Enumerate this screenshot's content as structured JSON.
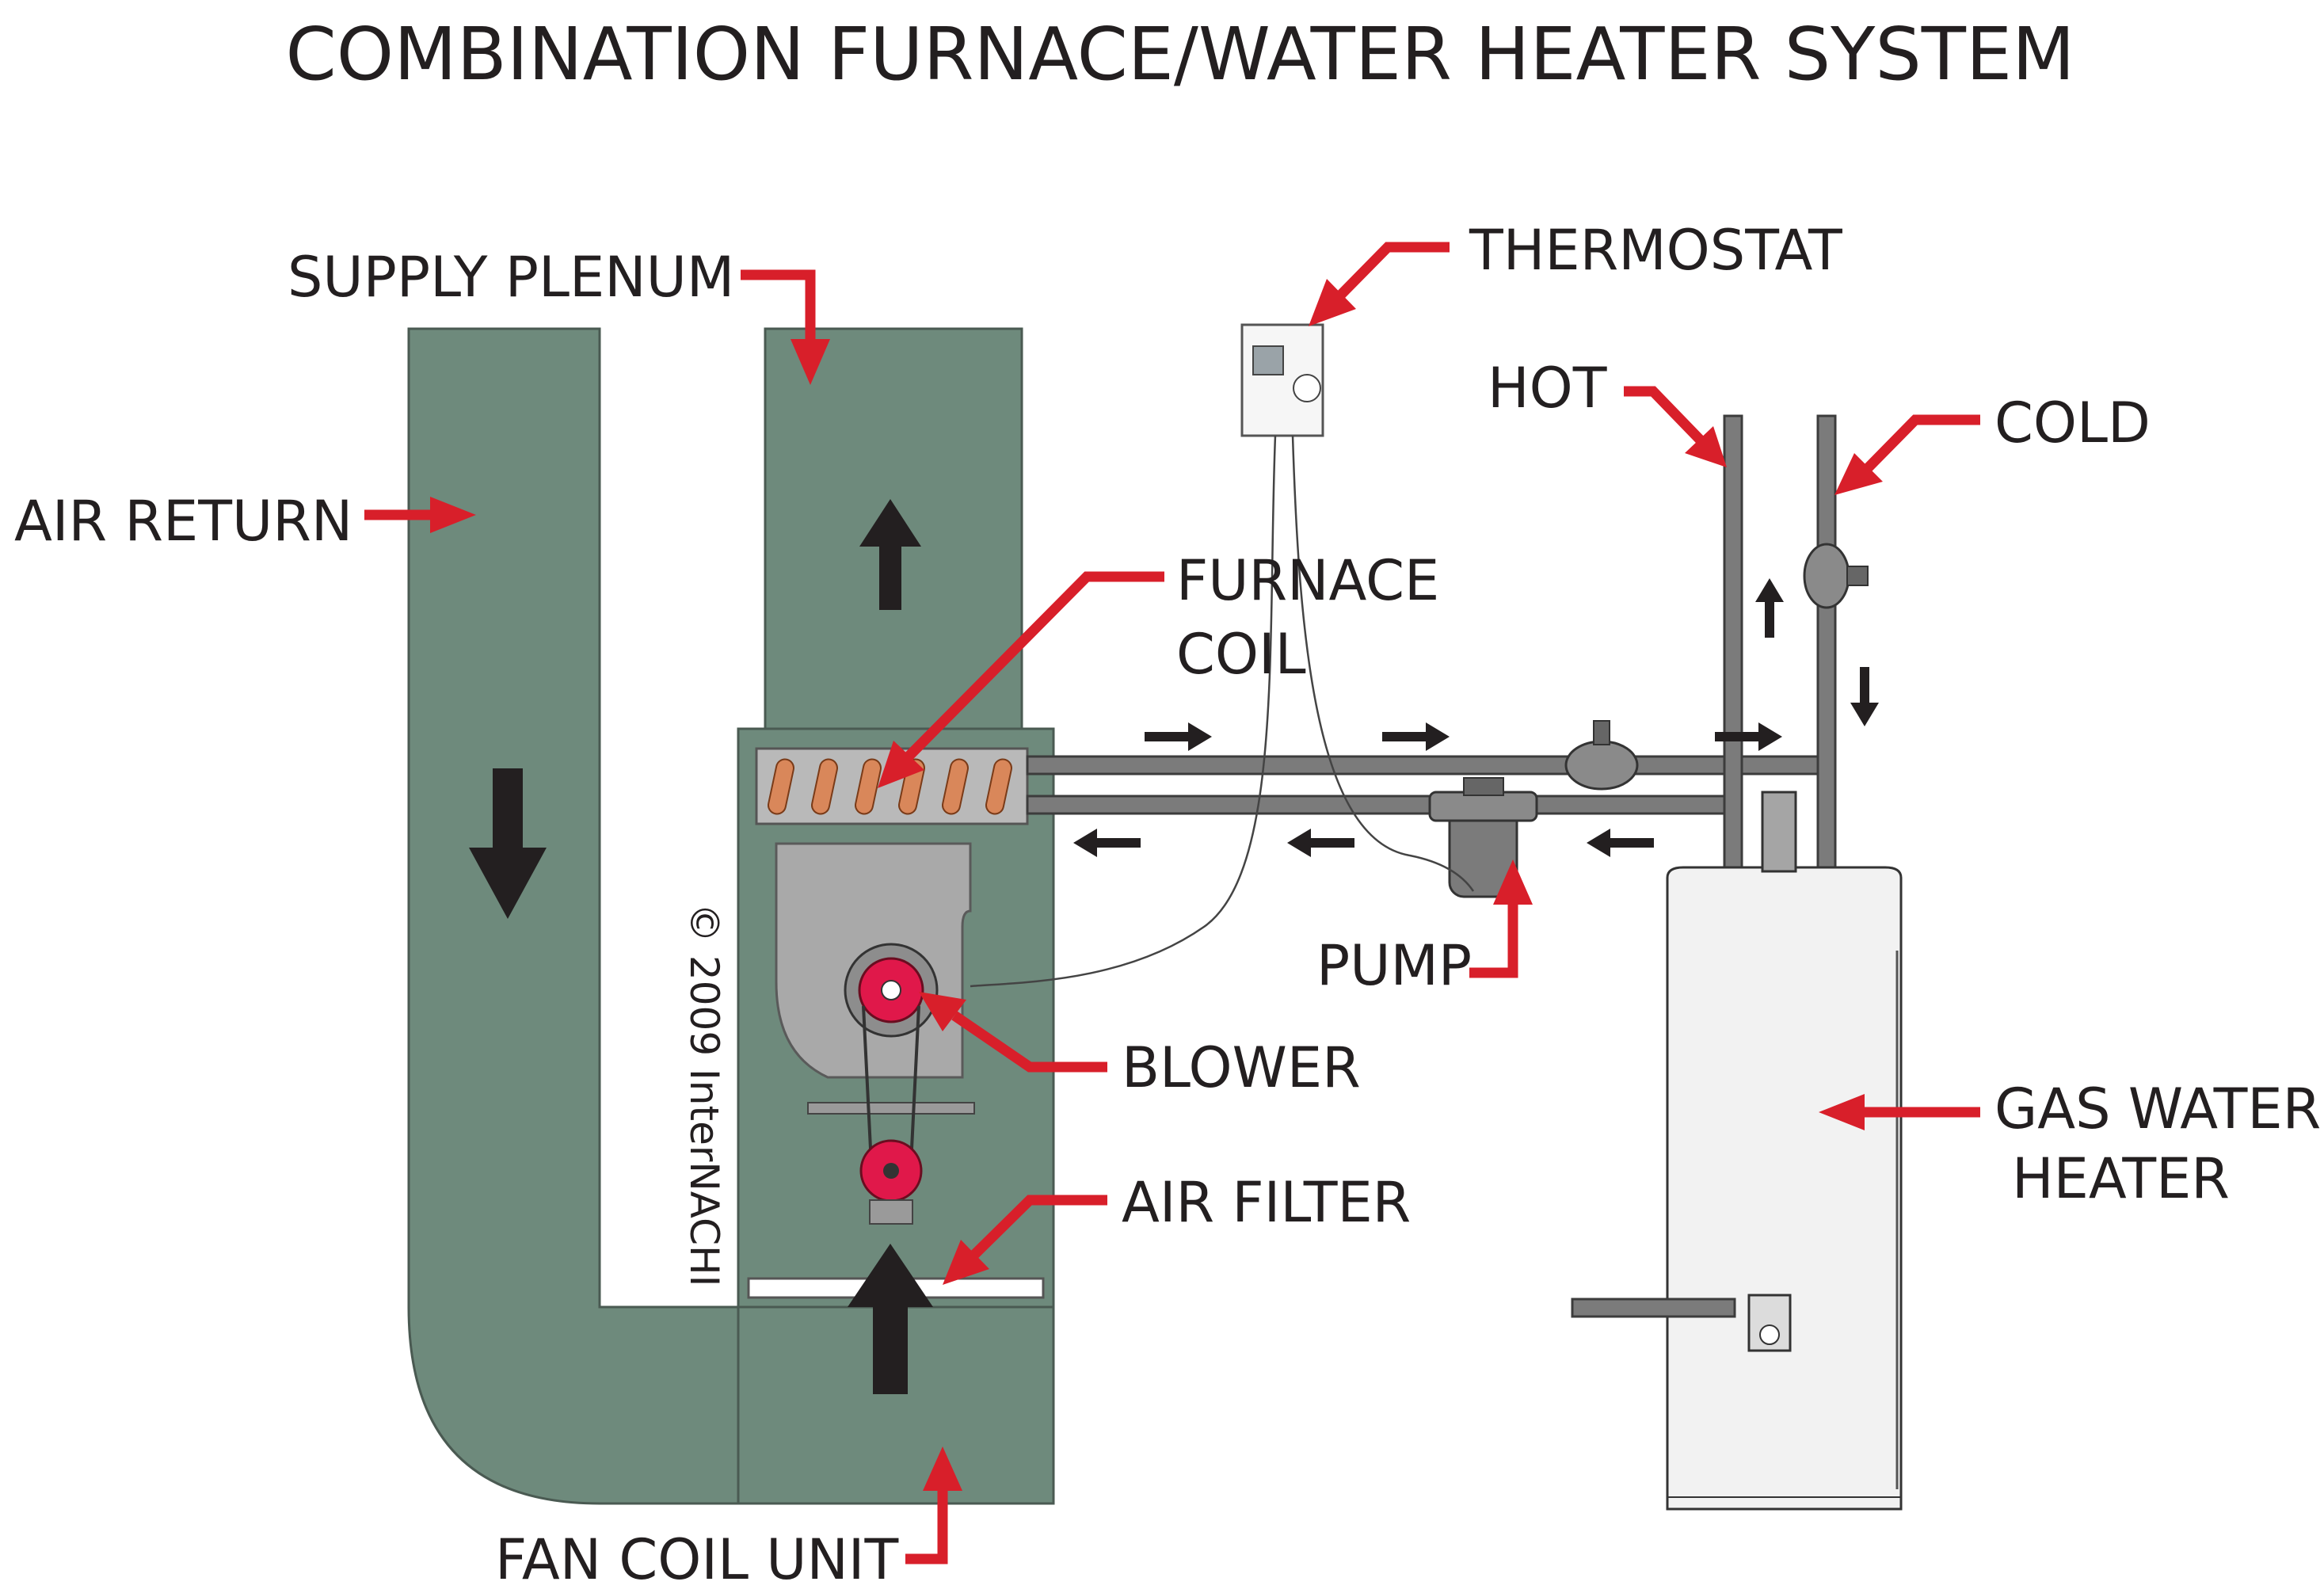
{
  "title": "COMBINATION FURNACE/WATER HEATER SYSTEM",
  "labels": {
    "supply_plenum": "SUPPLY PLENUM",
    "air_return": "AIR RETURN",
    "thermostat": "THERMOSTAT",
    "hot": "HOT",
    "cold": "COLD",
    "furnace_coil_line1": "FURNACE",
    "furnace_coil_line2": "COIL",
    "pump": "PUMP",
    "blower": "BLOWER",
    "air_filter": "AIR FILTER",
    "gas_water_heater_line1": "GAS WATER",
    "gas_water_heater_line2": "HEATER",
    "fan_coil_unit": "FAN COIL UNIT"
  },
  "copyright": "© 2009 InterNACHI",
  "colors": {
    "duct": "#6e8a7c",
    "leader": "#d81f2a",
    "pipe": "#7b7b7b",
    "coil": "#d9875a",
    "blower": "#e0184a",
    "heater_tank": "#f2f2f2",
    "text": "#231f20"
  }
}
